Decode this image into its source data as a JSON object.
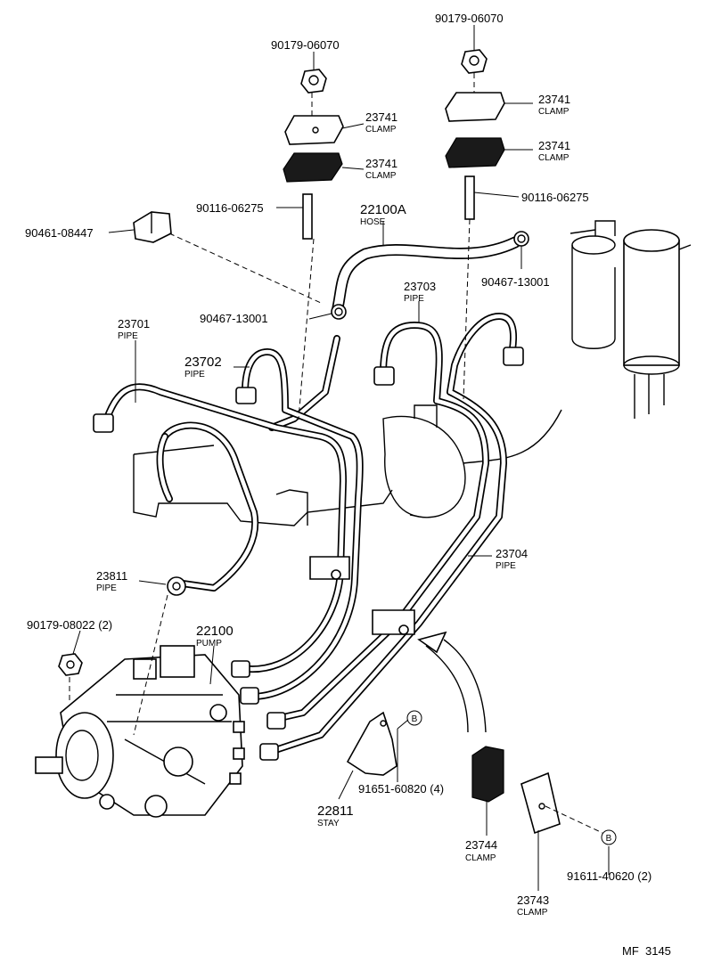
{
  "parts": [
    {
      "id": "p-90179-06070-left",
      "number": "90179-06070"
    },
    {
      "id": "p-90179-06070-right",
      "number": "90179-06070"
    },
    {
      "id": "p-23741-a",
      "number": "23741",
      "name": "CLAMP"
    },
    {
      "id": "p-23741-b",
      "number": "23741",
      "name": "CLAMP"
    },
    {
      "id": "p-23741-c",
      "number": "23741",
      "name": "CLAMP"
    },
    {
      "id": "p-23741-d",
      "number": "23741",
      "name": "CLAMP"
    },
    {
      "id": "p-90116-06275-left",
      "number": "90116-06275"
    },
    {
      "id": "p-90116-06275-right",
      "number": "90116-06275"
    },
    {
      "id": "p-90461-08447",
      "number": "90461-08447"
    },
    {
      "id": "p-22100a",
      "number": "22100A",
      "name": "HOSE"
    },
    {
      "id": "p-90467-13001-right",
      "number": "90467-13001"
    },
    {
      "id": "p-90467-13001-left",
      "number": "90467-13001"
    },
    {
      "id": "p-23703",
      "number": "23703",
      "name": "PIPE"
    },
    {
      "id": "p-23701",
      "number": "23701",
      "name": "PIPE"
    },
    {
      "id": "p-23702",
      "number": "23702",
      "name": "PIPE"
    },
    {
      "id": "p-23704",
      "number": "23704",
      "name": "PIPE"
    },
    {
      "id": "p-23811",
      "number": "23811",
      "name": "PIPE"
    },
    {
      "id": "p-90179-08022",
      "number": "90179-08022 (2)"
    },
    {
      "id": "p-22100",
      "number": "22100",
      "name": "PUMP"
    },
    {
      "id": "p-91651-60820",
      "number": "91651-60820 (4)"
    },
    {
      "id": "p-22811",
      "number": "22811",
      "name": "STAY"
    },
    {
      "id": "p-23744",
      "number": "23744",
      "name": "CLAMP"
    },
    {
      "id": "p-23743",
      "number": "23743",
      "name": "CLAMP"
    },
    {
      "id": "p-91611-40620",
      "number": "91611-40620 (2)"
    }
  ],
  "markers": [
    "B",
    "B"
  ],
  "drawing_code": "MF  3145"
}
